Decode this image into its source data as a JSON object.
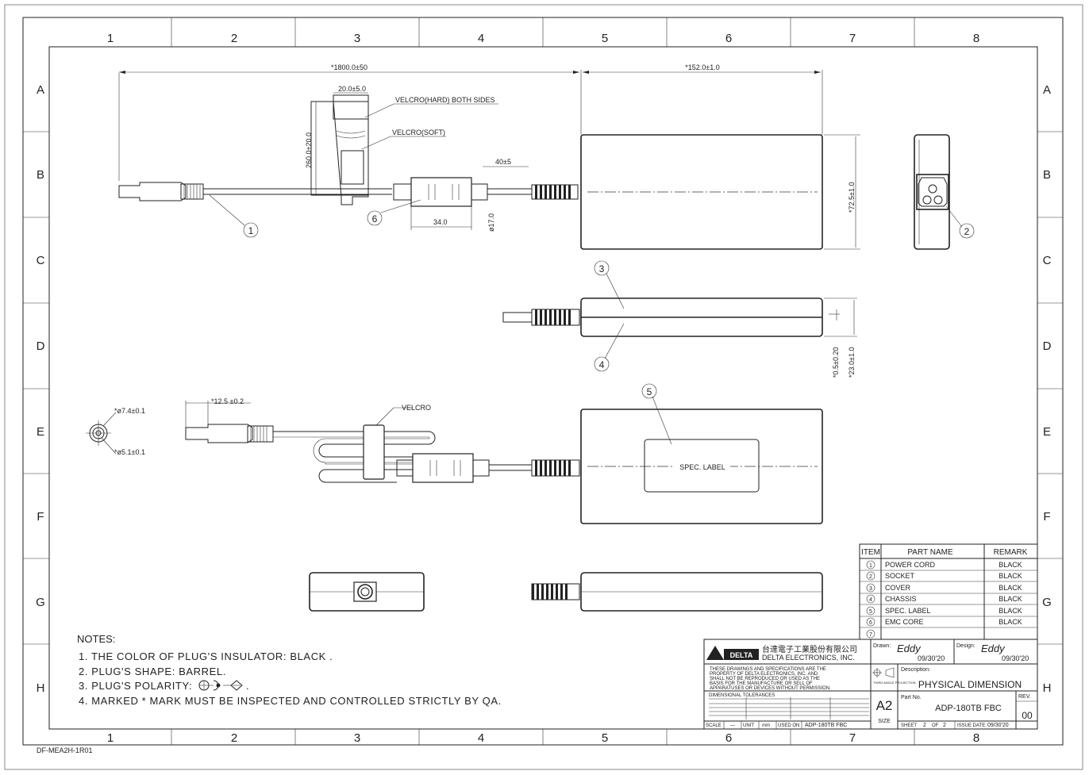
{
  "grid": {
    "columns": [
      "1",
      "2",
      "3",
      "4",
      "5",
      "6",
      "7",
      "8"
    ],
    "rows": [
      "A",
      "B",
      "C",
      "D",
      "E",
      "F",
      "G",
      "H"
    ]
  },
  "dimensions": {
    "cord_length": "*1800.0±50",
    "body_length": "*152.0±1.0",
    "velcro_width": "20.0±5.0",
    "velcro_length": "260.0±20.0",
    "core_offset": "40±5",
    "core_length": "34.0",
    "core_dia": "ø17.0",
    "body_width": "*72.5±1.0",
    "body_height": "*23.0±1.0",
    "groove": "*0.5±0.20",
    "plug_length": "*12.5  ±0.2",
    "plug_od": "*ø7.4±0.1",
    "plug_id": "*ø5.1±0.1"
  },
  "callouts": {
    "velcro_hard": "VELCRO(HARD) BOTH SIDES",
    "velcro_soft": "VELCRO(SOFT)",
    "velcro": "VELCRO",
    "spec_label": "SPEC. LABEL",
    "c1": "1",
    "c2": "2",
    "c3": "3",
    "c4": "4",
    "c5": "5",
    "c6": "6"
  },
  "parts_table": {
    "headers": [
      "ITEM",
      "PART NAME",
      "REMARK"
    ],
    "rows": [
      {
        "item": "1",
        "name": "POWER CORD",
        "remark": "BLACK"
      },
      {
        "item": "2",
        "name": "SOCKET",
        "remark": "BLACK"
      },
      {
        "item": "3",
        "name": "COVER",
        "remark": "BLACK"
      },
      {
        "item": "4",
        "name": "CHASSIS",
        "remark": "BLACK"
      },
      {
        "item": "5",
        "name": "SPEC. LABEL",
        "remark": "BLACK"
      },
      {
        "item": "6",
        "name": "EMC CORE",
        "remark": "BLACK"
      },
      {
        "item": "7",
        "name": "",
        "remark": ""
      }
    ]
  },
  "notes": {
    "title": "NOTES:",
    "items": [
      "1. THE COLOR OF PLUG'S INSULATOR: BLACK .",
      "2. PLUG'S SHAPE: BARREL.",
      "3. PLUG'S POLARITY:",
      "4. MARKED * MARK MUST BE INSPECTED AND CONTROLLED STRICTLY BY QA."
    ],
    "polarity_suffix": "."
  },
  "title_block": {
    "logo_text": "DELTA",
    "company_cn": "台達電子工業股份有限公司",
    "company_en": "DELTA ELECTRONICS, INC.",
    "disclaimer": [
      "THESE DRAWINGS AND SPECIFICATIONS ARE THE",
      "PROPERTY OF DELTA ELECTRONICS, INC. AND",
      "SHALL NOT BE REPRODUCED OR USED AS THE",
      "BASIS FOR THE MANUFACTURE OR SELL OF",
      "APPARATUSES OR DEVICES WITHOUT PERMISSION."
    ],
    "tolerances_label": "DIMENSIONAL TOLERANCES",
    "drawn_label": "Drawn:",
    "drawn_by": "Eddy",
    "drawn_date": "09/30'20",
    "design_label": "Design:",
    "design_by": "Eddy",
    "design_date": "09/30'20",
    "projection_label": "THIRD ANGLE PROJECTION",
    "description_label": "Description:",
    "description": "PHYSICAL DIMENSION",
    "size_label": "SIZE",
    "size": "A2",
    "part_no_label": "Part No.",
    "part_no": "ADP-180TB FBC",
    "rev_label": "REV.",
    "rev": "00",
    "scale_label": "SCALE",
    "scale": "—",
    "unit_label": "UNIT",
    "unit": "mm",
    "used_on_label": "USED ON",
    "used_on": "ADP-180TB FBC",
    "sheet_label": "SHEET",
    "sheet": "2",
    "of_label": "OF",
    "of": "2",
    "issue_label": "ISSUE DATE:",
    "issue_date": "09/30'20"
  },
  "doc_id": "DF-MEA2H-1R01"
}
